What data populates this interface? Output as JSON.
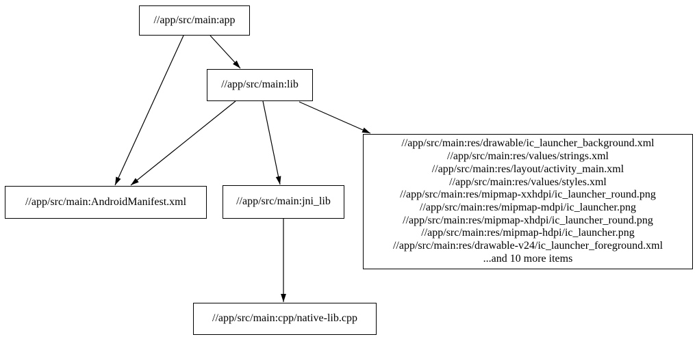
{
  "diagram": {
    "type": "dependency-graph",
    "background_color": "#ffffff",
    "node_border_color": "#000000",
    "edge_color": "#000000",
    "text_color": "#000000",
    "nodes": {
      "app": {
        "label": "//app/src/main:app"
      },
      "lib": {
        "label": "//app/src/main:lib"
      },
      "android_manifest": {
        "label": "//app/src/main:AndroidManifest.xml"
      },
      "jni_lib": {
        "label": "//app/src/main:jni_lib"
      },
      "res_files": {
        "lines": [
          "//app/src/main:res/drawable/ic_launcher_background.xml",
          "//app/src/main:res/values/strings.xml",
          "//app/src/main:res/layout/activity_main.xml",
          "//app/src/main:res/values/styles.xml",
          "//app/src/main:res/mipmap-xxhdpi/ic_launcher_round.png",
          "//app/src/main:res/mipmap-mdpi/ic_launcher.png",
          "//app/src/main:res/mipmap-xhdpi/ic_launcher_round.png",
          "//app/src/main:res/mipmap-hdpi/ic_launcher.png",
          "//app/src/main:res/drawable-v24/ic_launcher_foreground.xml",
          "...and 10 more items"
        ]
      },
      "native_lib_cpp": {
        "label": "//app/src/main:cpp/native-lib.cpp"
      }
    },
    "edges": [
      {
        "from": "app",
        "to": "lib"
      },
      {
        "from": "app",
        "to": "android_manifest"
      },
      {
        "from": "lib",
        "to": "android_manifest"
      },
      {
        "from": "lib",
        "to": "jni_lib"
      },
      {
        "from": "lib",
        "to": "res_files"
      },
      {
        "from": "jni_lib",
        "to": "native_lib_cpp"
      }
    ]
  }
}
